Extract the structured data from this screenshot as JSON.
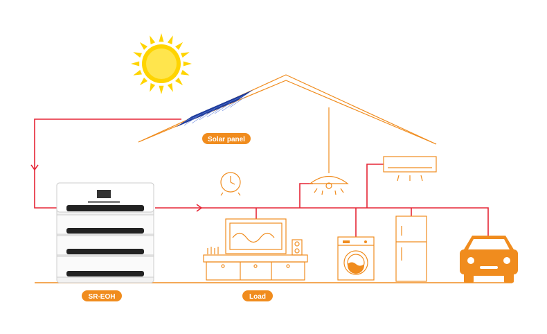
{
  "labels": {
    "solar_panel": "Solar panel",
    "battery": "SR-EOH",
    "load": "Load"
  },
  "icons": {
    "sun": "sun-icon",
    "solar_panel": "solar-panel-icon",
    "house": "house-roof-outline",
    "battery": "battery-stack-icon",
    "clock": "wall-clock-icon",
    "lamp": "ceiling-lamp-icon",
    "air_conditioner": "air-conditioner-icon",
    "tv": "tv-cabinet-icon",
    "speaker": "speaker-icon",
    "washer": "washing-machine-icon",
    "fridge": "refrigerator-icon",
    "car": "electric-car-icon"
  },
  "colors": {
    "accent_orange": "#F08C1E",
    "wire_red": "#E52535",
    "sun_yellow": "#FFD400",
    "panel_blue": "#1E3C9C"
  }
}
